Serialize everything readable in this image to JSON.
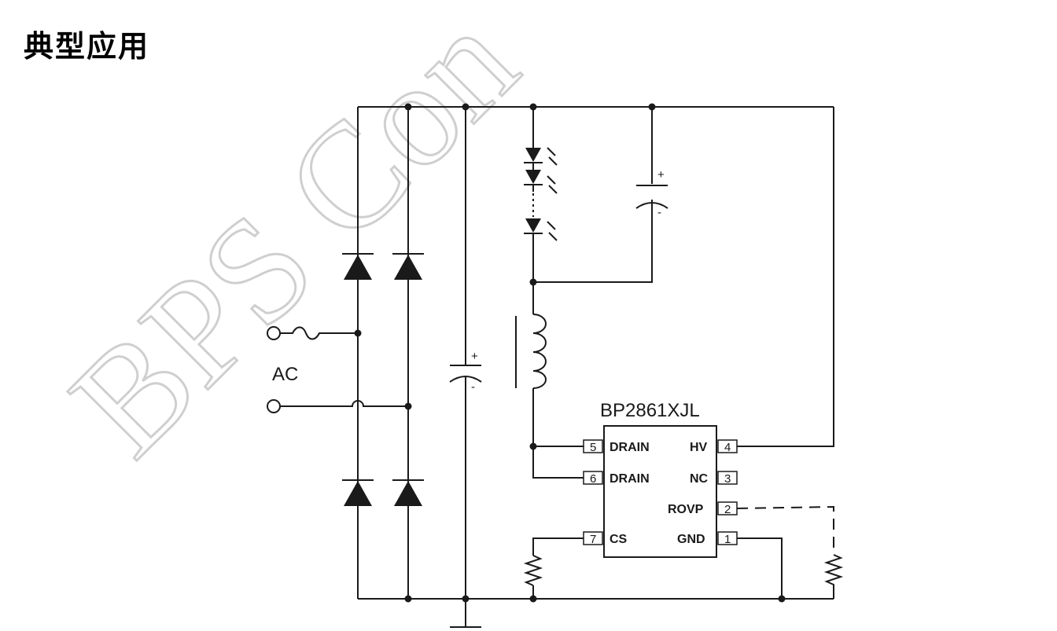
{
  "page_title": "典型应用",
  "watermark": "BPS Con",
  "ac_label": "AC",
  "ic": {
    "part_number": "BP2861XJL",
    "pins": [
      {
        "num": "5",
        "name": "DRAIN"
      },
      {
        "num": "6",
        "name": "DRAIN"
      },
      {
        "num": "7",
        "name": "CS"
      },
      {
        "num": "4",
        "name": "HV"
      },
      {
        "num": "3",
        "name": "NC"
      },
      {
        "num": "2",
        "name": "ROVP"
      },
      {
        "num": "1",
        "name": "GND"
      }
    ]
  },
  "cap_bulk": {
    "plus": "+",
    "minus": "-"
  },
  "cap_output": {
    "plus": "+",
    "minus": "-"
  }
}
